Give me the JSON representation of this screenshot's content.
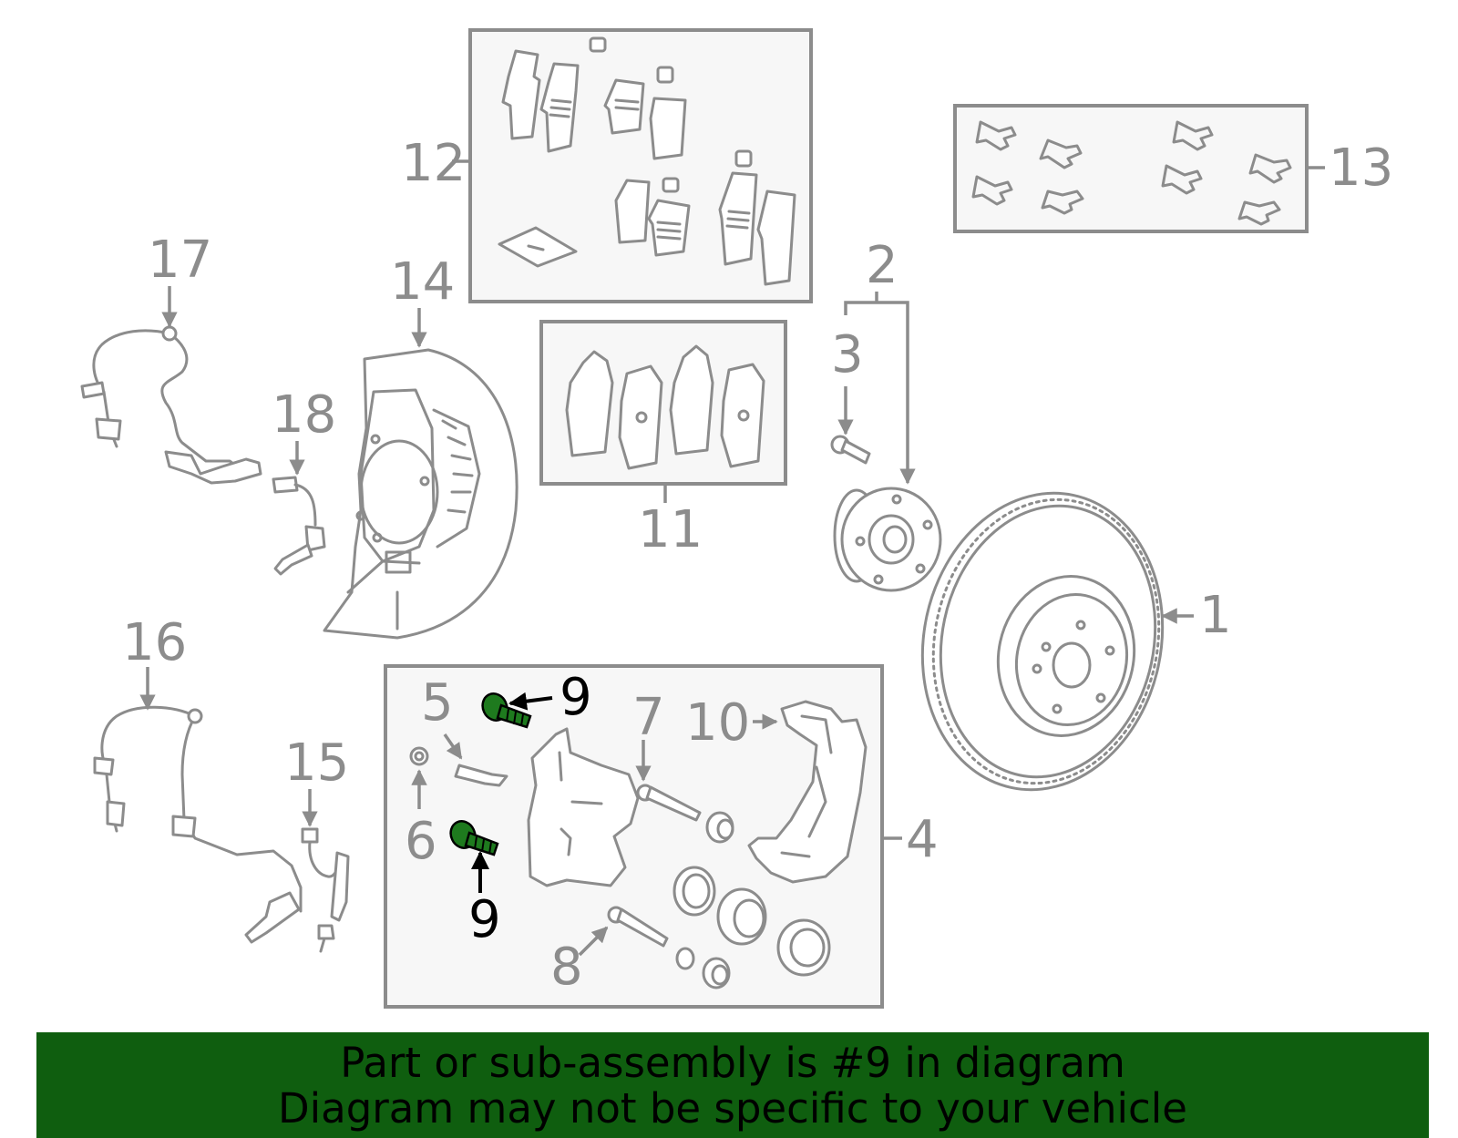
{
  "diagram": {
    "callouts": {
      "c1": "1",
      "c2": "2",
      "c3": "3",
      "c4": "4",
      "c5": "5",
      "c6": "6",
      "c7": "7",
      "c8": "8",
      "c9a": "9",
      "c9b": "9",
      "c10": "10",
      "c11": "11",
      "c12": "12",
      "c13": "13",
      "c14": "14",
      "c15": "15",
      "c16": "16",
      "c17": "17",
      "c18": "18"
    },
    "highlighted_part": "9",
    "highlight_color": "#1e7a1e",
    "part_outline_color": "#8c8c8c"
  },
  "banner": {
    "line1": "Part or sub-assembly is #9 in diagram",
    "line2": "Diagram may not be specific to your vehicle",
    "background": "#0f5e0f"
  }
}
